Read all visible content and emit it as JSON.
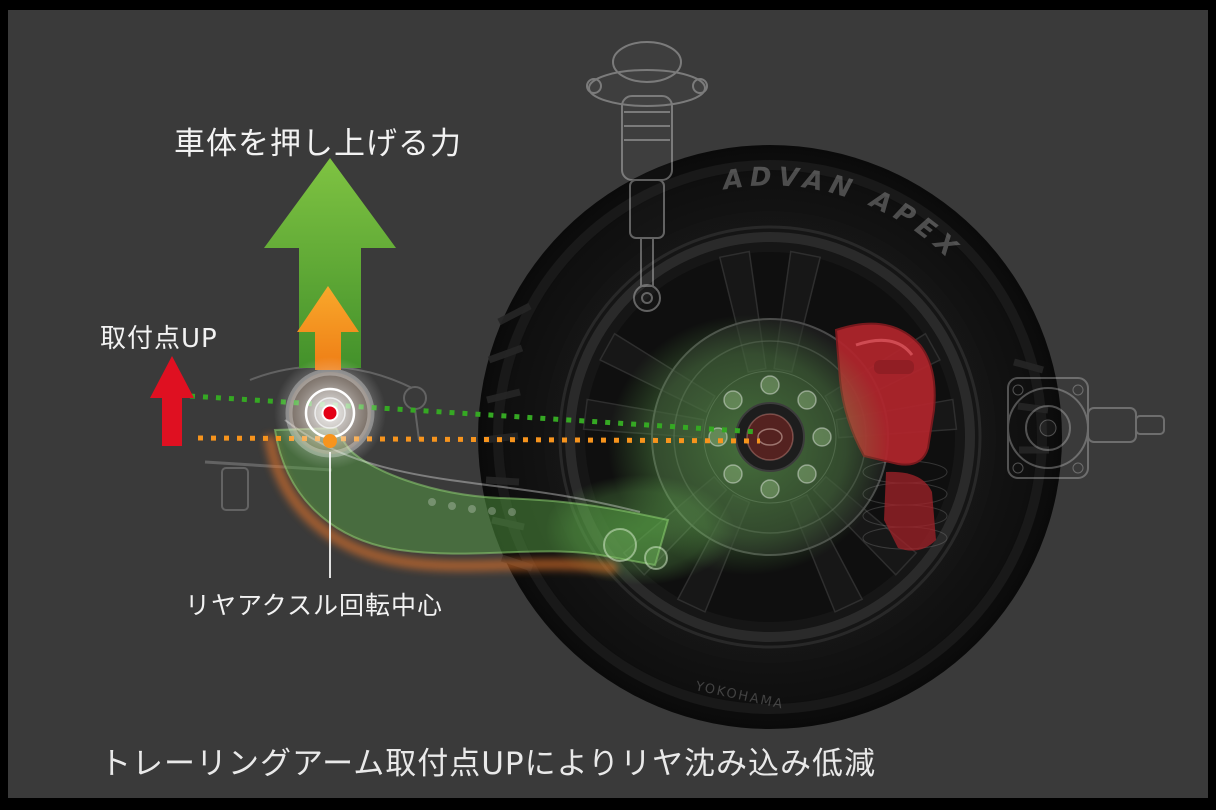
{
  "canvas": {
    "background": "#3a3a3a",
    "frame": "#000000"
  },
  "labels": {
    "force_up": "車体を押し上げる力",
    "mount_up": "取付点UP",
    "axle_center": "リヤアクスル回転中心",
    "caption": "トレーリングアーム取付点UPによりリヤ沈み込み低減"
  },
  "tire": {
    "brand": "ADVAN APEX",
    "maker": "YOKOHAMA"
  },
  "colors": {
    "arrow_green_top": "#7fc342",
    "arrow_green_bottom": "#43912b",
    "arrow_orange_top": "#f9a82b",
    "arrow_orange_bottom": "#ee7d15",
    "arrow_red": "#df1021",
    "line_green": "#35a823",
    "line_orange": "#f7941d",
    "dot_red": "#e30016",
    "dot_orange": "#f7941d",
    "caliper_red": "#b2252c",
    "highlight_green": "#6ec05a",
    "highlight_orange": "#e8762a"
  }
}
